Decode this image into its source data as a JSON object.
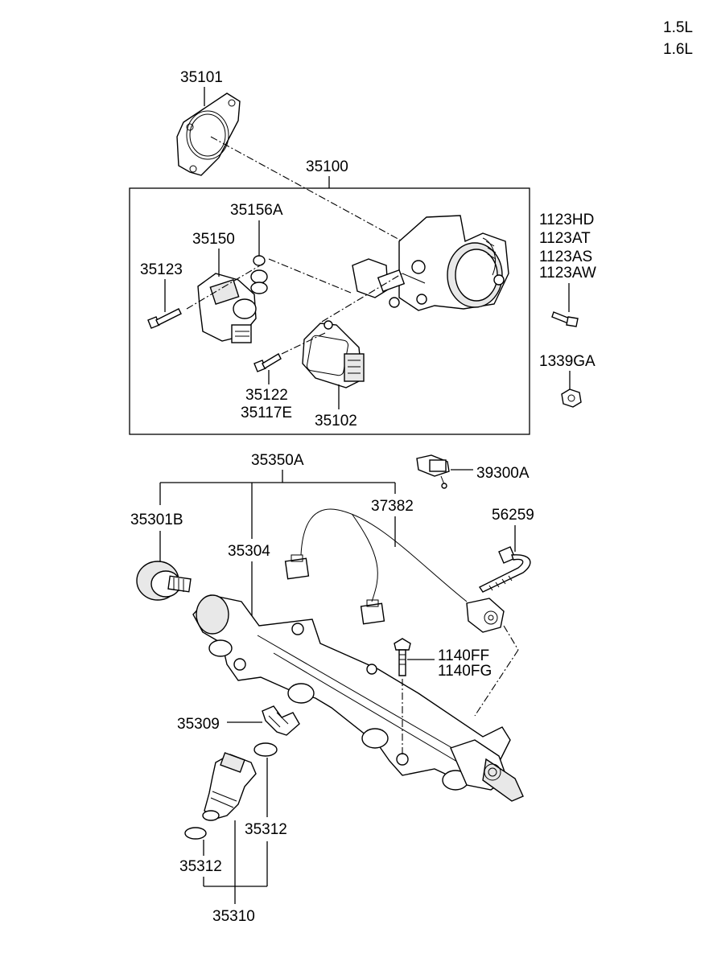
{
  "engine_variants": [
    "1.5L",
    "1.6L"
  ],
  "labels": {
    "p35101": "35101",
    "p35100": "35100",
    "p35156A": "35156A",
    "p35150": "35150",
    "p35123": "35123",
    "p1123HD": "1123HD",
    "p1123AT": "1123AT",
    "p1123AS": "1123AS",
    "p1123AW": "1123AW",
    "p1339GA": "1339GA",
    "p35122": "35122",
    "p35117E": "35117E",
    "p35102": "35102",
    "p35350A": "35350A",
    "p39300A": "39300A",
    "p37382": "37382",
    "p56259": "56259",
    "p35301B": "35301B",
    "p35304": "35304",
    "p1140FF": "1140FF",
    "p1140FG": "1140FG",
    "p35309": "35309",
    "p35312a": "35312",
    "p35312b": "35312",
    "p35310": "35310"
  }
}
